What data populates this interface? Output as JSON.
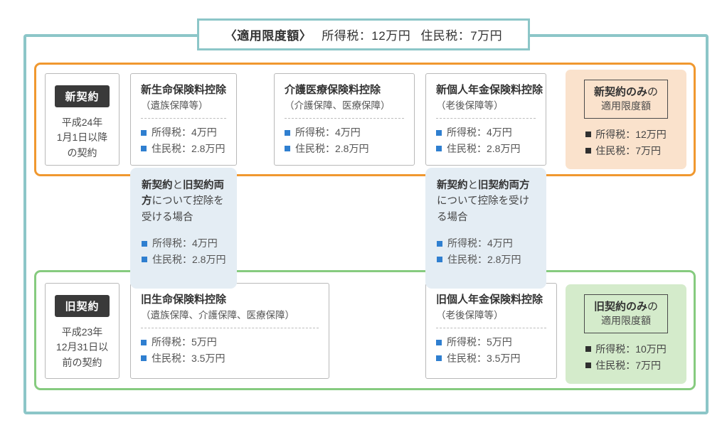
{
  "header": {
    "label": "〈適用限度額〉",
    "income_tax": "所得税：12万円",
    "resident_tax": "住民税：7万円"
  },
  "new_contract": {
    "badge": "新契約",
    "era_line1": "平成24年",
    "era_line2": "1月1日以降",
    "era_line3": "の契約",
    "cards": [
      {
        "title": "新生命保険料控除",
        "subtitle": "（遺族保障等）",
        "income_tax": "所得税：4万円",
        "resident_tax": "住民税：2.8万円"
      },
      {
        "title": "介護医療保険料控除",
        "subtitle": "（介護保障、医療保障）",
        "income_tax": "所得税：4万円",
        "resident_tax": "住民税：2.8万円"
      },
      {
        "title": "新個人年金保険料控除",
        "subtitle": "（老後保障等）",
        "income_tax": "所得税：4万円",
        "resident_tax": "住民税：2.8万円"
      }
    ],
    "limit": {
      "head_strong": "新契約のみ",
      "head_tail": "の",
      "head_line2": "適用限度額",
      "income_tax": "所得税：12万円",
      "resident_tax": "住民税：7万円"
    }
  },
  "both_contract": {
    "title_part1": "新契約",
    "title_mid": "と",
    "title_part2": "旧契約両方",
    "title_tail": "について控除を受ける場合",
    "income_tax": "所得税：4万円",
    "resident_tax": "住民税：2.8万円"
  },
  "old_contract": {
    "badge": "旧契約",
    "era_line1": "平成23年",
    "era_line2": "12月31日以",
    "era_line3": "前の契約",
    "cards": [
      {
        "title": "旧生命保険料控除",
        "subtitle": "（遺族保障、介護保障、医療保障）",
        "income_tax": "所得税：5万円",
        "resident_tax": "住民税：3.5万円"
      },
      {
        "title": "旧個人年金保険料控除",
        "subtitle": "（老後保障等）",
        "income_tax": "所得税：5万円",
        "resident_tax": "住民税：3.5万円"
      }
    ],
    "limit": {
      "head_strong": "旧契約のみ",
      "head_tail": "の",
      "head_line2": "適用限度額",
      "income_tax": "所得税：10万円",
      "resident_tax": "住民税：7万円"
    }
  },
  "colors": {
    "teal_frame": "#8cc6c8",
    "orange_frame": "#f0982f",
    "green_frame": "#86cb7f",
    "orange_fill": "#fae2cc",
    "green_fill": "#d4ebcb",
    "blue_fill": "#e4edf4",
    "bullet_blue": "#2f7fd0",
    "badge_dark": "#3a3a3a"
  }
}
